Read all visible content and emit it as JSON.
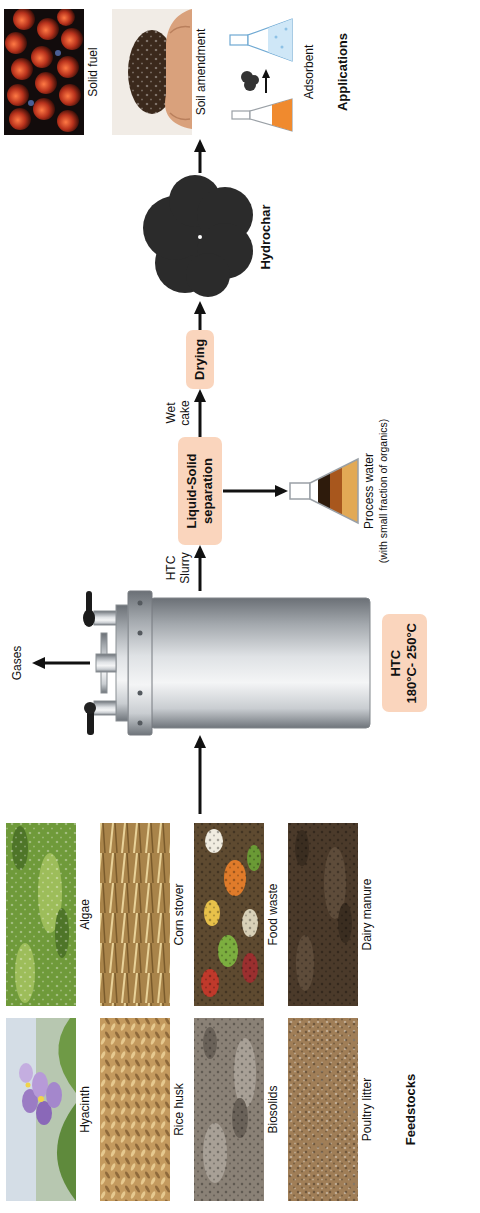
{
  "diagram": {
    "nodes": [
      {
        "text": [
          "Feedstocks"
        ]
      },
      {
        "text": [
          "Hyacinth"
        ],
        "in": 0
      },
      {
        "text": [
          "Algae"
        ],
        "in": 0
      },
      {
        "text": [
          "Rice husk"
        ],
        "in": 0
      },
      {
        "text": [
          "Corn stover"
        ],
        "in": 0
      },
      {
        "text": [
          "Biosolids"
        ],
        "in": 0
      },
      {
        "text": [
          "Food waste"
        ],
        "in": 0
      },
      {
        "text": [
          "Poultry litter"
        ],
        "in": 0
      },
      {
        "text": [
          "Dairy manure"
        ],
        "in": 0
      },
      {
        "text": [
          "HTC",
          "180°C- 250°C"
        ]
      },
      {
        "text": [
          "Liquid-Solid separation"
        ]
      },
      {
        "text": [
          "Process water",
          "(with small fraction of organics)"
        ]
      },
      {
        "text": [
          "Drying"
        ]
      },
      {
        "text": [
          "Hydrochar"
        ]
      },
      {
        "text": [
          "Applications"
        ]
      },
      {
        "text": [
          "Solid fuel"
        ],
        "in": 14
      },
      {
        "text": [
          "Soil amendment"
        ],
        "in": 14
      },
      {
        "text": [
          "Adsorbent"
        ],
        "in": 14
      }
    ],
    "edges": [
      {
        "from": 0,
        "to": 9,
        "arrow": "to"
      },
      {
        "from": 9,
        "to": 10,
        "label": "HTC Slurry",
        "arrow": "to"
      },
      {
        "from": 10,
        "to": 11,
        "arrow": "to"
      },
      {
        "from": 10,
        "to": 12,
        "label": "Wet cake",
        "arrow": "to"
      },
      {
        "from": 12,
        "to": 13,
        "arrow": "to"
      },
      {
        "from": 13,
        "to": 14,
        "arrow": "to"
      }
    ],
    "labels": [
      "Gases"
    ]
  }
}
